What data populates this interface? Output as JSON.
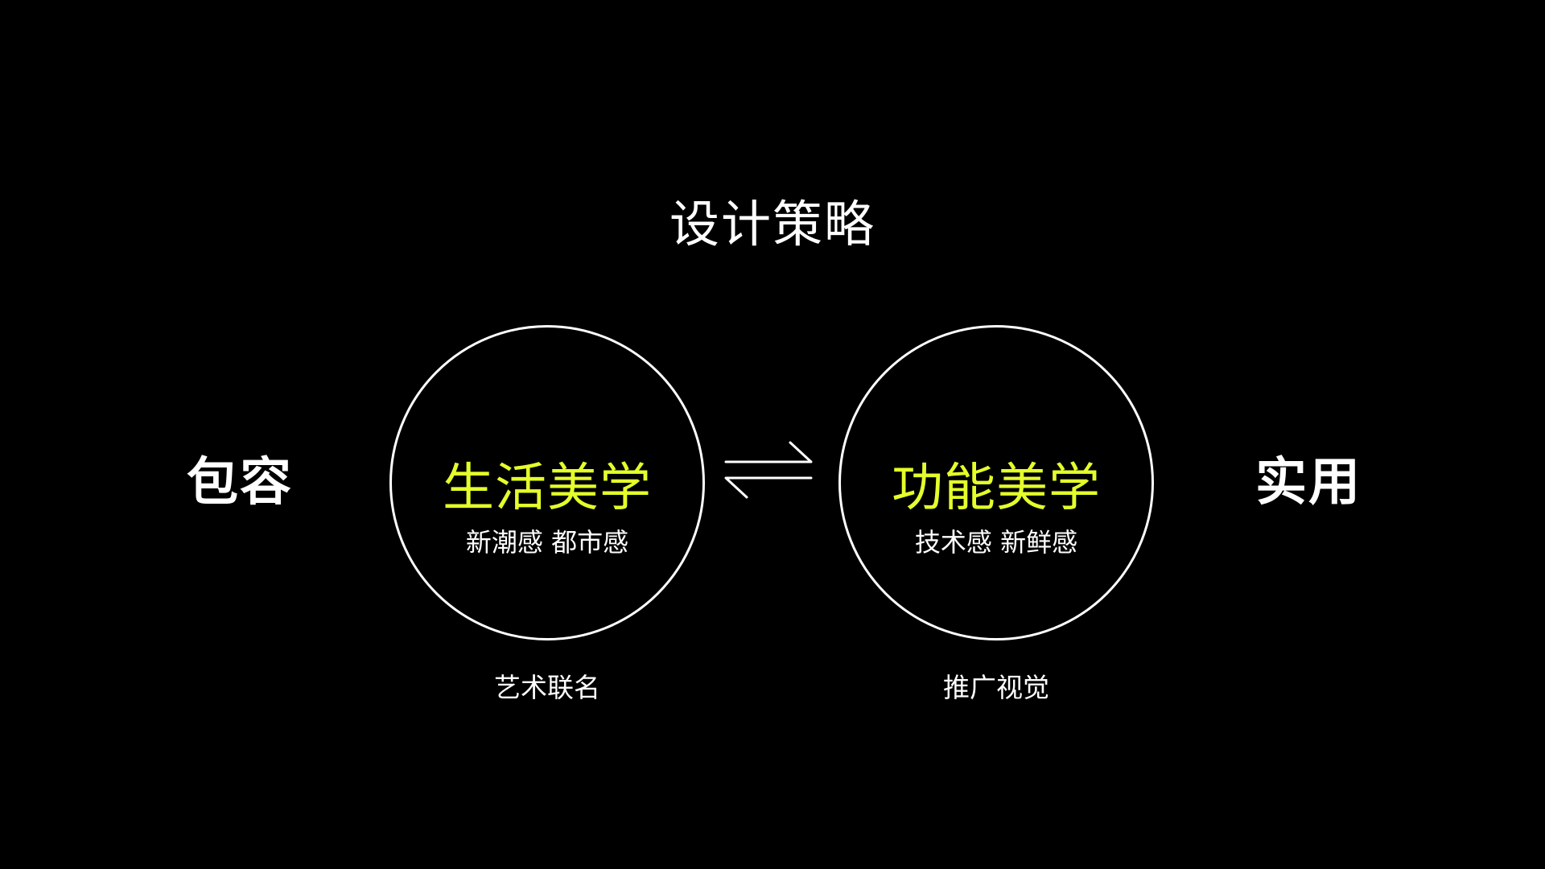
{
  "title": "设计策略",
  "left_side": "包容",
  "right_side": "实用",
  "left_circle": {
    "heading": "生活美学",
    "subtitle": "新潮感 都市感",
    "caption": "艺术联名"
  },
  "right_circle": {
    "heading": "功能美学",
    "subtitle": "技术感 新鲜感",
    "caption": "推广视觉"
  },
  "colors": {
    "background": "#000000",
    "accent": "#e4ff2a",
    "text": "#ffffff"
  },
  "icons": {
    "exchange": "exchange-arrows-icon"
  }
}
